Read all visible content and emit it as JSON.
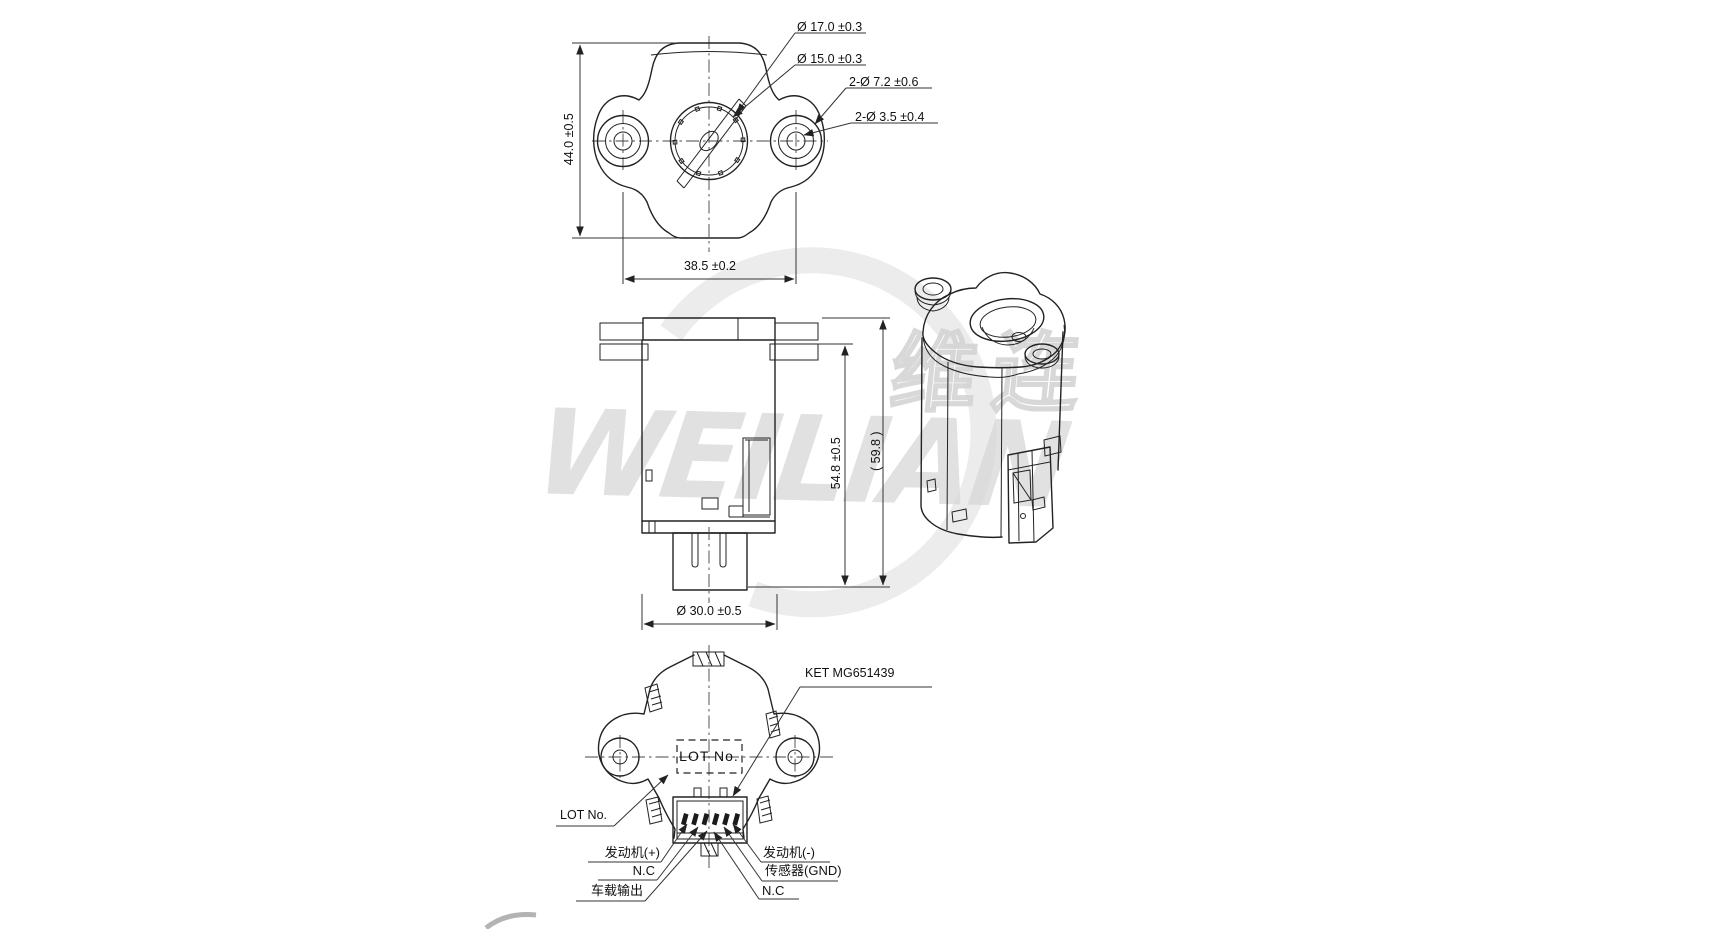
{
  "colors": {
    "line": "#222222",
    "watermark_text": "#d7d7d7",
    "watermark_arc": "#ececec",
    "background": "#ffffff"
  },
  "watermark": {
    "brand": "WEILIAN",
    "cjk": "维连"
  },
  "views": {
    "top": {
      "dims": {
        "bore_outer": "Ø 17.0 ±0.3",
        "bore_inner": "Ø 15.0 ±0.3",
        "boss": "2-Ø 7.2 ±0.6",
        "mount_hole": "2-Ø 3.5 ±0.4",
        "body_height": "44.0 ±0.5",
        "hole_spacing": "38.5 ±0.2"
      }
    },
    "side": {
      "dims": {
        "flange_to_bottom": "54.8 ±0.5",
        "overall": "( 59.8 )",
        "body_dia": "Ø 30.0 ±0.5"
      }
    },
    "bottom": {
      "connector_model": "KET MG651439",
      "lot_marking": "LOT No.",
      "lot_label": "LOT No.",
      "pins_left": [
        "发动机(+)",
        "N.C",
        "车载输出"
      ],
      "pins_right": [
        "发动机(-)",
        "传感器(GND)",
        "N.C"
      ]
    }
  }
}
